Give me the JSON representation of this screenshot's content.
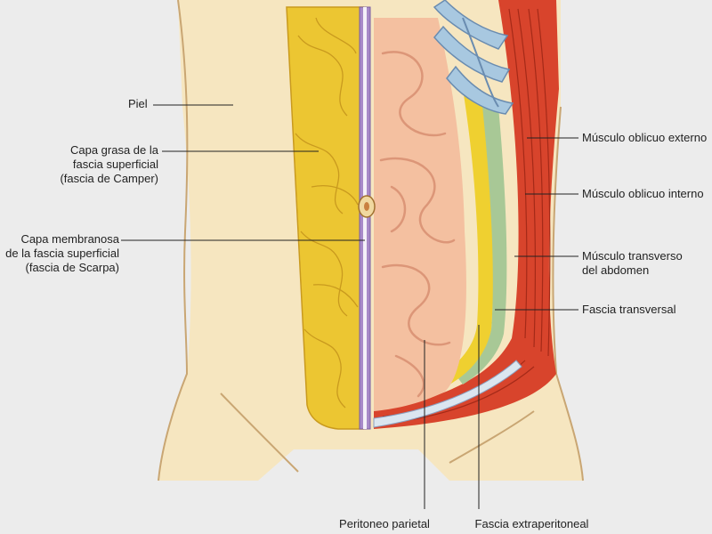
{
  "labels": {
    "piel": "Piel",
    "camper": [
      "Capa grasa de la",
      "fascia superficial",
      "(fascia de Camper)"
    ],
    "scarpa": [
      "Capa membranosa",
      "de la fascia superficial",
      "(fascia de Scarpa)"
    ],
    "oblicuo_externo": "Músculo oblicuo externo",
    "oblicuo_interno": "Músculo oblicuo interno",
    "transverso": [
      "Músculo transverso",
      "del abdomen"
    ],
    "fascia_transversal": "Fascia transversal",
    "peritoneo_parietal": "Peritoneo parietal",
    "fascia_extraperitoneal": "Fascia extraperitoneal"
  },
  "colors": {
    "background": "#ececec",
    "skin": "#f6e6c0",
    "fat": "#ecc632",
    "membrane": "#a88ac8",
    "intestine": "#f4c0a0",
    "muscle": "#d8442c",
    "fascia": "#a8c896",
    "bone": "#a8c8e0"
  }
}
